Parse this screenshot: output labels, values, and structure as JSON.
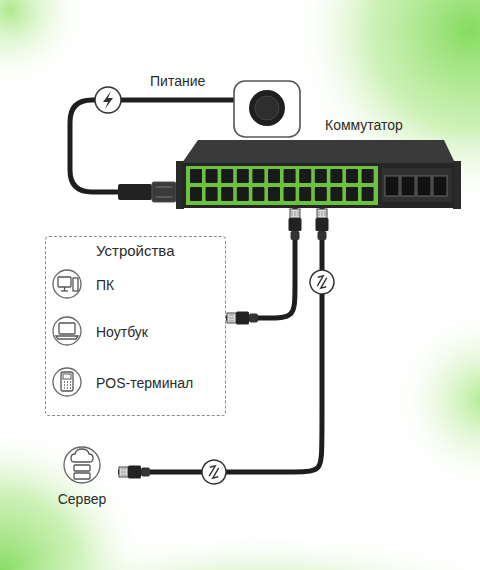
{
  "diagram": {
    "nodes": [
      {
        "text": [
          "Коммутатор"
        ]
      },
      {
        "text": [
          "Устройства"
        ]
      },
      {
        "text": [
          "ПК"
        ],
        "in": 1
      },
      {
        "text": [
          "Ноутбук"
        ],
        "in": 1
      },
      {
        "text": [
          "POS-терминал"
        ],
        "in": 1
      },
      {
        "text": [
          "Сервер"
        ]
      }
    ],
    "edges": [
      {
        "from": 0,
        "to": 1,
        "arrow": "none"
      },
      {
        "from": 0,
        "to": 5,
        "arrow": "none"
      }
    ],
    "labels": [
      "Питание"
    ]
  }
}
